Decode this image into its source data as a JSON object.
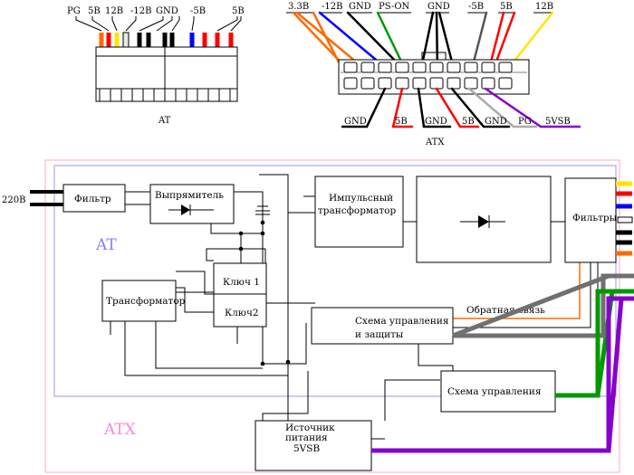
{
  "at_connector": {
    "caption": "AT",
    "pin_labels": [
      "PG",
      "5B",
      "12B",
      "-12B",
      "GND",
      "-5B",
      "5B"
    ]
  },
  "atx_connector": {
    "caption": "ATX",
    "top_labels": [
      "3.3B",
      "-12B",
      "GND",
      "PS-ON",
      "GND",
      "-5B",
      "5B",
      "12B"
    ],
    "bottom_labels": [
      "GND",
      "5B",
      "GND",
      "5B",
      "GND",
      "PG",
      "5VSB"
    ]
  },
  "block_diagram": {
    "input_label": "220B",
    "filter_in": "Фильтр",
    "rectifier": "Выпрямитель",
    "pulse_transformer": [
      "Импульсный",
      "трансформатор"
    ],
    "filters_out": "Фильтры",
    "transformer": "Трансформатор",
    "key1": "Ключ 1",
    "key2": "Ключ2",
    "control_protection": [
      "Схема управления",
      "и защиты"
    ],
    "feedback": "Обратная связь",
    "control": "Схема управления",
    "standby_supply": [
      "Источник",
      "питания",
      "5VSB"
    ],
    "at_region_label": "AT",
    "atx_region_label": "ATX"
  },
  "colors": {
    "orange": "#ff6a00",
    "red": "#ff0000",
    "yellow": "#ffe600",
    "blue": "#0000ff",
    "green": "#009900",
    "purple": "#8800cc",
    "gray": "#707070",
    "at_label": "#8080ff",
    "atx_label": "#ff88cc"
  }
}
